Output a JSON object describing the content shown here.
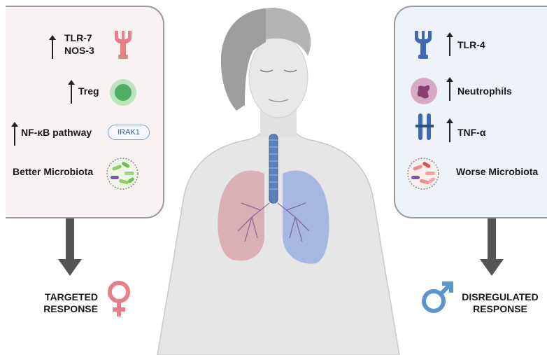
{
  "female": {
    "items": [
      {
        "label_line1": "TLR-7",
        "label_line2": "NOS-3",
        "icon": "tlr-receptor-icon"
      },
      {
        "label": "Treg",
        "icon": "treg-cell-icon"
      },
      {
        "label": "NF-κB pathway",
        "pill": "IRAK1"
      },
      {
        "label": "Better Microbiota",
        "icon": "microbiota-icon"
      }
    ],
    "response_line1": "TARGETED",
    "response_line2": "RESPONSE",
    "symbol": "♀",
    "color": "#e57f8a"
  },
  "male": {
    "items": [
      {
        "label": "TLR-4",
        "icon": "tlr-receptor-icon"
      },
      {
        "label": "Neutrophils",
        "icon": "neutrophil-icon"
      },
      {
        "label": "TNF-α",
        "icon": "tnf-receptor-icon"
      },
      {
        "label": "Worse Microbiota",
        "icon": "microbiota-icon"
      }
    ],
    "response_line1": "DISREGULATED",
    "response_line2": "RESPONSE",
    "symbol": "♂",
    "color": "#5b95cc"
  }
}
